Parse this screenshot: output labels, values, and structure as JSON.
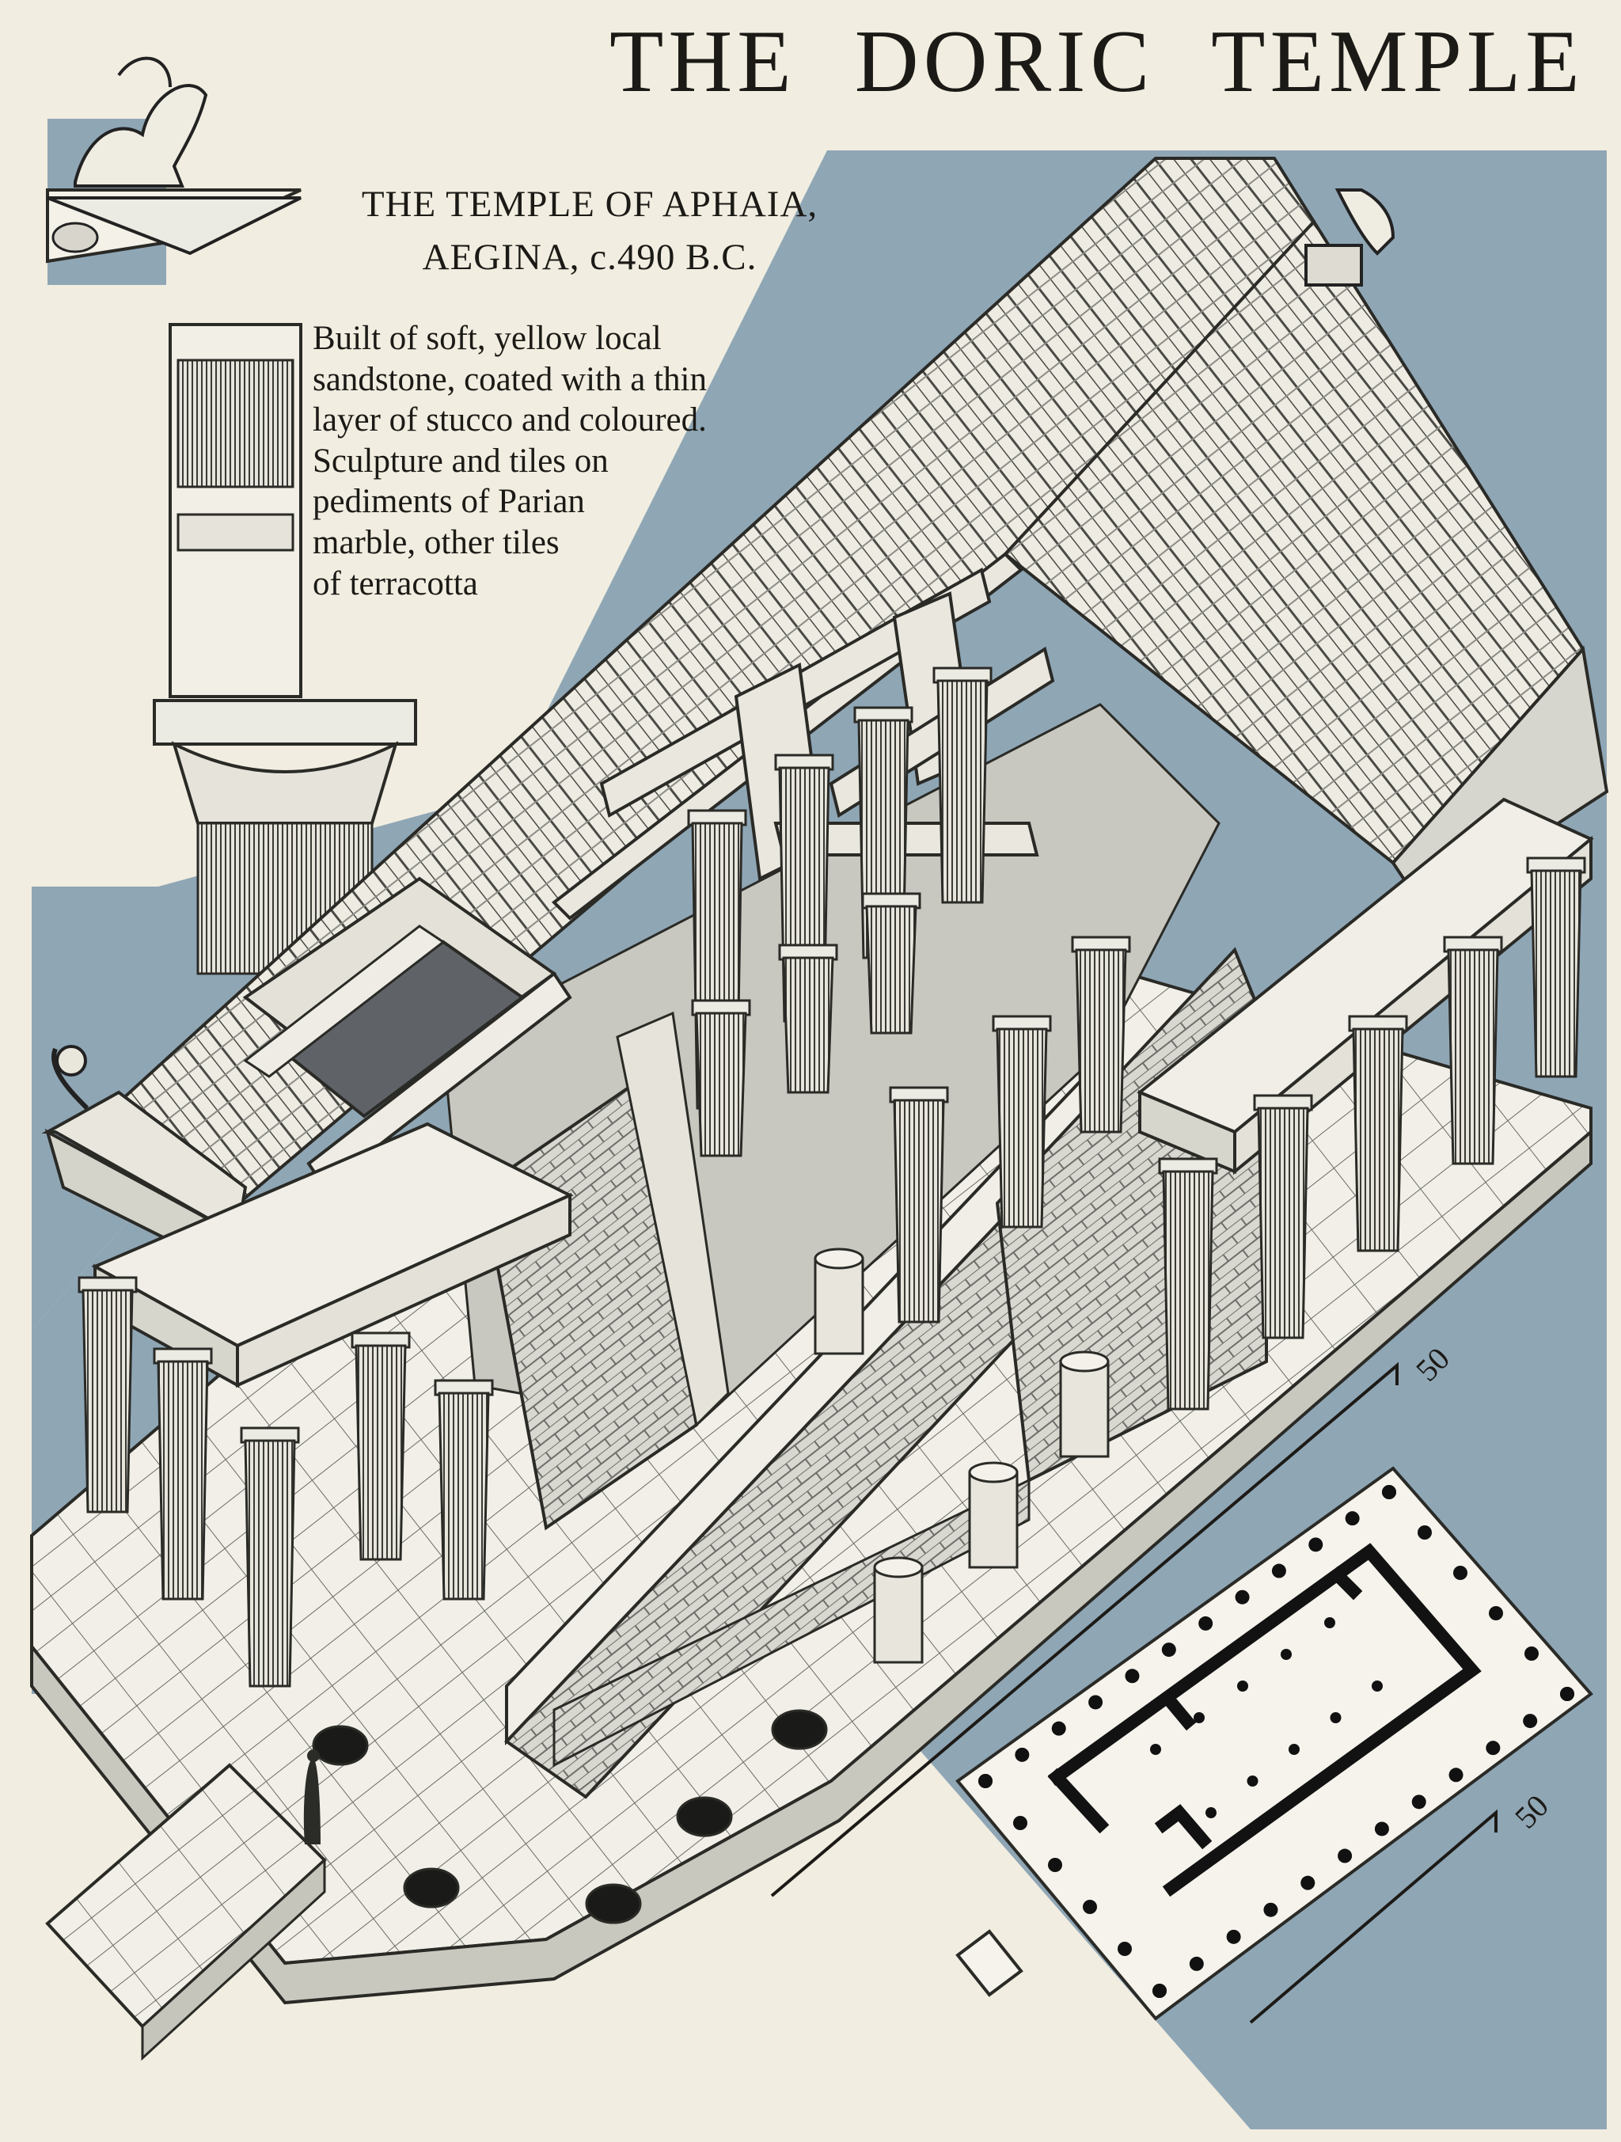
{
  "title": "THE DORIC TEMPLE",
  "subtitle": {
    "line1": "THE TEMPLE OF APHAIA,",
    "line2": "AEGINA, c.490 B.C."
  },
  "caption": {
    "lines": [
      "Built of soft, yellow local",
      "sandstone, coated with a thin",
      "layer of stucco and coloured.",
      "Sculpture and tiles on",
      "pediments of Parian",
      "marble, other tiles",
      "of terracotta"
    ]
  },
  "scale_labels": {
    "upper": "50",
    "lower": "50"
  },
  "colors": {
    "paper": "#f1ede0",
    "sky_blue": "#8fa6b5",
    "ink": "#1c1a16",
    "stone": "#e8e5da",
    "shadow": "#5d6266"
  },
  "icons": [
    "griffin-acroterion-icon",
    "lion-head-spout-icon",
    "figure-person-icon"
  ]
}
